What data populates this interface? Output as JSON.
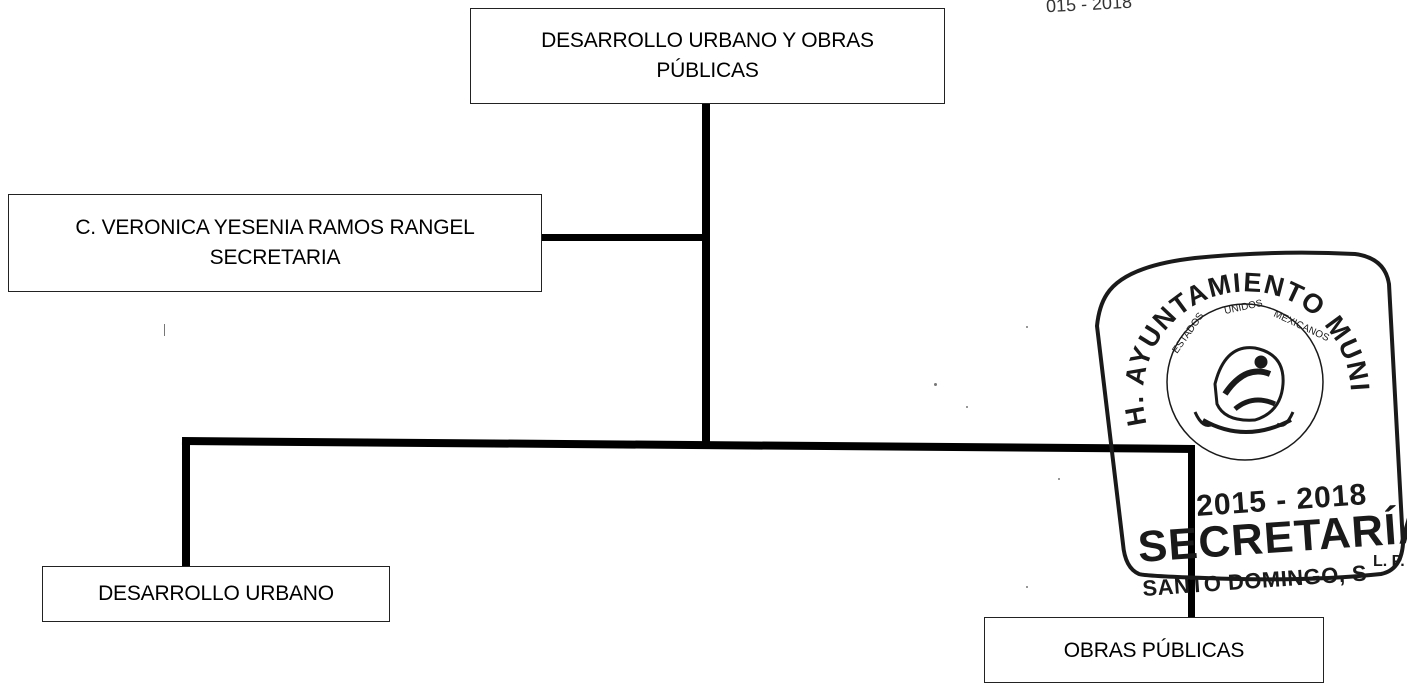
{
  "diagram": {
    "top_box": {
      "line1": "DESARROLLO URBANO Y OBRAS",
      "line2": "PÚBLICAS"
    },
    "secretary_box": {
      "line1": "C. VERONICA YESENIA RAMOS RANGEL",
      "line2": "SECRETARIA"
    },
    "left_child_box": {
      "label": "DESARROLLO URBANO"
    },
    "right_child_box": {
      "label": "OBRAS PÚBLICAS"
    }
  },
  "header_fragment": "015 - 2018",
  "stamp": {
    "arc_text": "H. AYUNTAMIENTO MUNICIPAL",
    "inner_left": "ESTADOS",
    "inner_top": "UNIDOS",
    "inner_right": "MEXICANOS",
    "years": "2015 - 2018",
    "office": "SECRETARÍA",
    "town": "SANTO DOMINGO, S",
    "suffix": "L. P."
  },
  "colors": {
    "line": "#000000",
    "box_border": "#222222",
    "text": "#000000",
    "stamp_ink": "#1a1a1a"
  }
}
